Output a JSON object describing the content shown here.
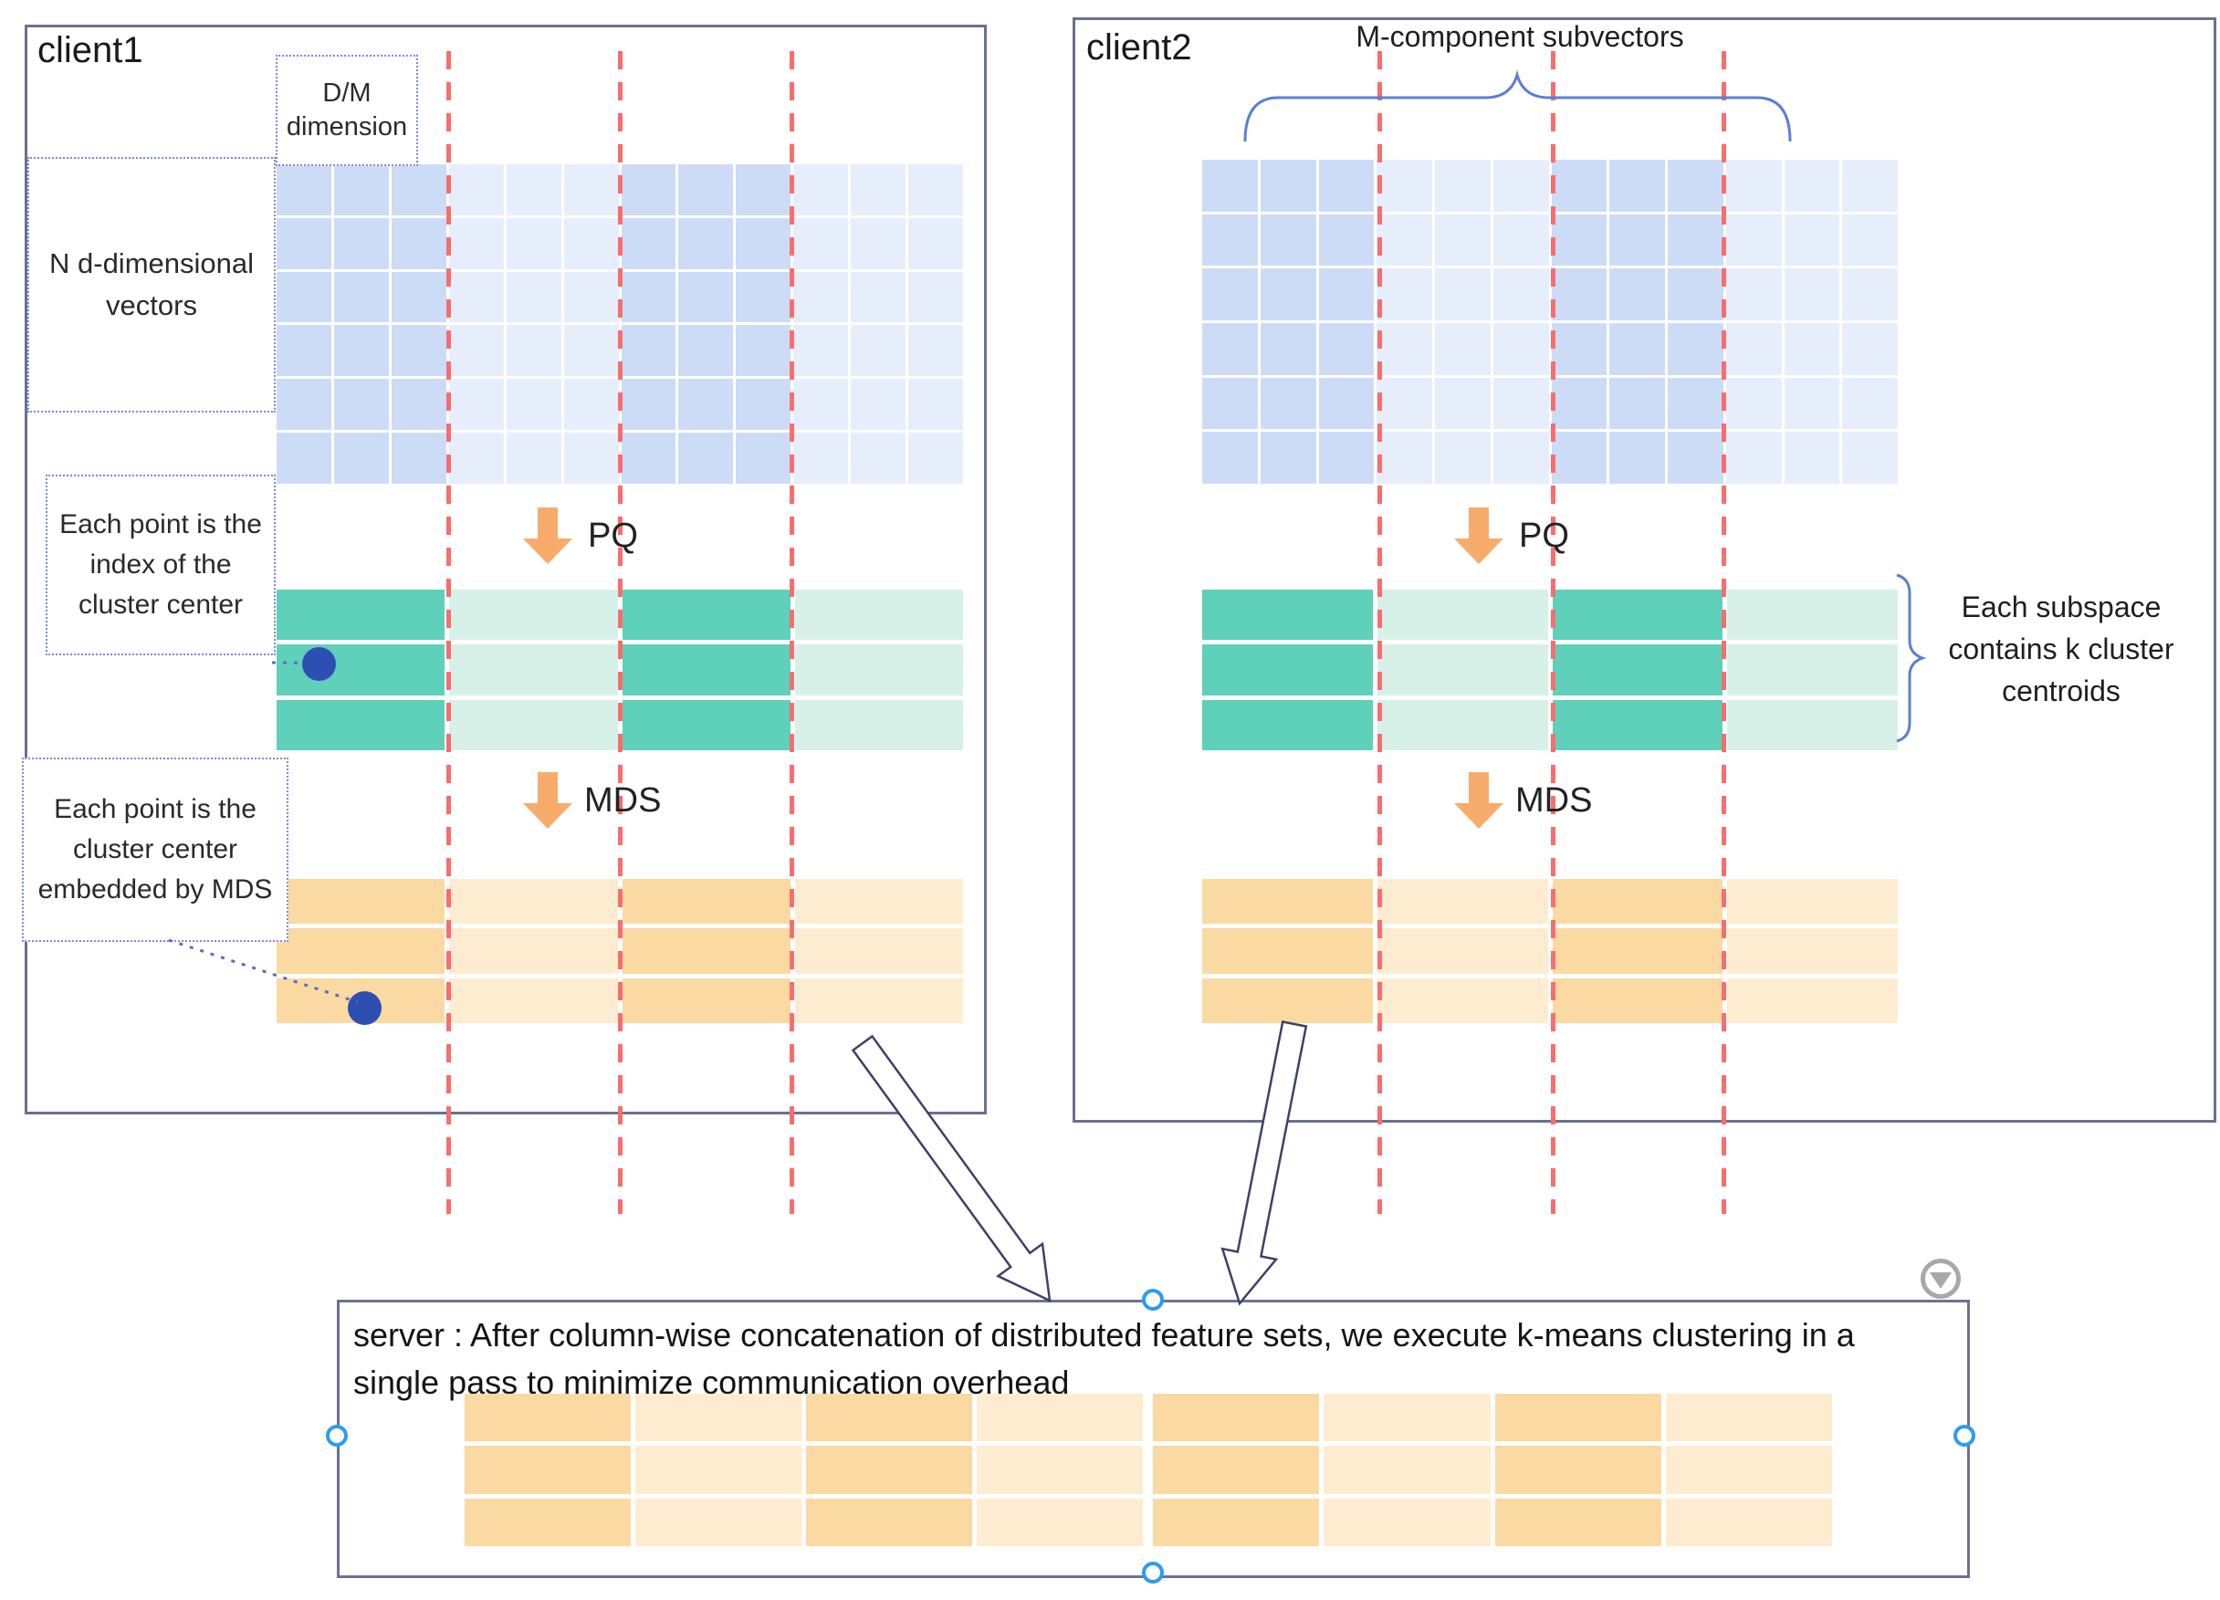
{
  "colors": {
    "panel_border": "#6a7090",
    "red_divider": "#f96d6d",
    "blue_cell_dark": "#cddcf6",
    "blue_cell_light": "#e7eefb",
    "teal_dark": "#5fd0ba",
    "teal_light": "#d7f1e9",
    "orange_dark": "#fbd9a3",
    "orange_light": "#fdeccf",
    "process_arrow": "#f7ac6b",
    "brace": "#5b7fd0",
    "dotted_note_border": "#7b8ade",
    "cluster_dot": "#2d4fb2",
    "selection_handle": "#2e9bf0",
    "collapse_button": "#a8a8a8"
  },
  "client1": {
    "title": "client1",
    "dimension_note": "D/M dimension",
    "vectors_note": "N d-dimensional vectors",
    "pq_label": "PQ",
    "mds_label": "MDS",
    "index_note": "Each point is the index of the cluster center",
    "embed_note": "Each point is the cluster center embedded by MDS"
  },
  "client2": {
    "title": "client2",
    "subvectors_label": "M-component subvectors",
    "pq_label": "PQ",
    "mds_label": "MDS",
    "subspace_note": "Each subspace contains k cluster centroids"
  },
  "server": {
    "line1": "server : After column-wise concatenation of distributed feature sets, we execute k-means clustering in a",
    "line2": "single pass to minimize communication overhead"
  },
  "grids": {
    "client1_vectors": {
      "rows": 6,
      "cols": 12,
      "group_cols": 3,
      "dark": "#cddcf6",
      "light": "#e7eefb"
    },
    "client1_centroids": {
      "rows": 3,
      "cols": 4,
      "group_cols": 1,
      "dark": "#5fd0ba",
      "light": "#d7f1e9"
    },
    "client1_embedding": {
      "rows": 3,
      "cols": 4,
      "group_cols": 1,
      "dark": "#fbd9a3",
      "light": "#fdeccf"
    },
    "client2_vectors": {
      "rows": 6,
      "cols": 12,
      "group_cols": 3,
      "dark": "#cddcf6",
      "light": "#e7eefb"
    },
    "client2_centroids": {
      "rows": 3,
      "cols": 4,
      "group_cols": 1,
      "dark": "#5fd0ba",
      "light": "#d7f1e9"
    },
    "client2_embedding": {
      "rows": 3,
      "cols": 4,
      "group_cols": 1,
      "dark": "#fbd9a3",
      "light": "#fdeccf"
    },
    "server_left": {
      "rows": 3,
      "cols": 4,
      "group_cols": 1,
      "dark": "#fbd9a3",
      "light": "#fdeccf"
    },
    "server_right": {
      "rows": 3,
      "cols": 4,
      "group_cols": 1,
      "dark": "#fbd9a3",
      "light": "#fdeccf"
    }
  }
}
